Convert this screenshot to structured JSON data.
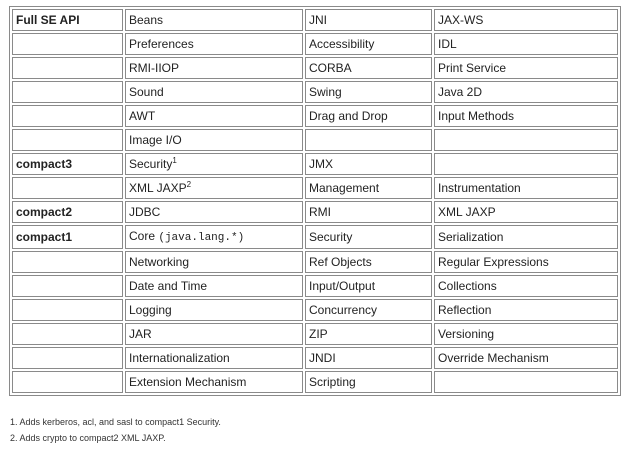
{
  "table": {
    "rows": [
      {
        "c0": "Full SE API",
        "c1": "Beans",
        "c2": "JNI",
        "c3": "JAX-WS"
      },
      {
        "c0": "",
        "c1": "Preferences",
        "c2": "Accessibility",
        "c3": "IDL"
      },
      {
        "c0": "",
        "c1": "RMI-IIOP",
        "c2": "CORBA",
        "c3": "Print Service"
      },
      {
        "c0": "",
        "c1": "Sound",
        "c2": "Swing",
        "c3": "Java 2D"
      },
      {
        "c0": "",
        "c1": "AWT",
        "c2": "Drag and Drop",
        "c3": "Input Methods"
      },
      {
        "c0": "",
        "c1": "Image I/O",
        "c2": "",
        "c3": ""
      },
      {
        "c0": "compact3",
        "c1": "Security",
        "c1_sup": "1",
        "c2": "JMX",
        "c3": ""
      },
      {
        "c0": "",
        "c1": "XML JAXP",
        "c1_sup": "2",
        "c2": "Management",
        "c3": "Instrumentation"
      },
      {
        "c0": "compact2",
        "c1": "JDBC",
        "c2": "RMI",
        "c3": "XML JAXP"
      },
      {
        "c0": "compact1",
        "c1": "Core",
        "c1_code": "(java.lang.*)",
        "c2": "Security",
        "c3": "Serialization"
      },
      {
        "c0": "",
        "c1": "Networking",
        "c2": "Ref Objects",
        "c3": "Regular Expressions"
      },
      {
        "c0": "",
        "c1": "Date and Time",
        "c2": "Input/Output",
        "c3": "Collections"
      },
      {
        "c0": "",
        "c1": "Logging",
        "c2": "Concurrency",
        "c3": "Reflection"
      },
      {
        "c0": "",
        "c1": "JAR",
        "c2": "ZIP",
        "c3": "Versioning"
      },
      {
        "c0": "",
        "c1": "Internationalization",
        "c2": "JNDI",
        "c3": "Override Mechanism"
      },
      {
        "c0": "",
        "c1": "Extension Mechanism",
        "c2": "Scripting",
        "c3": ""
      }
    ]
  },
  "footnotes": [
    "1. Adds kerberos, acl, and sasl to compact1 Security.",
    "2. Adds crypto to compact2 XML JAXP."
  ]
}
